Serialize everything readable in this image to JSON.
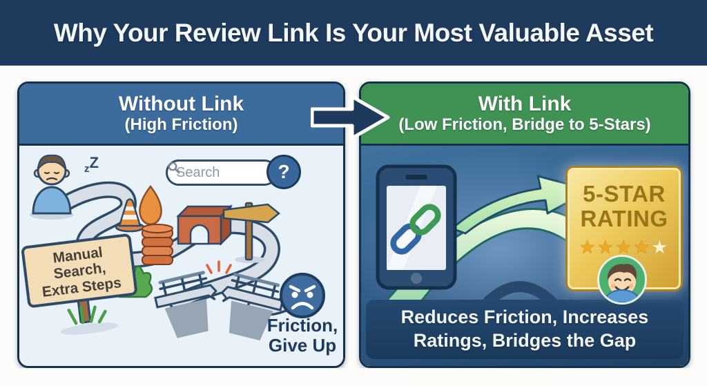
{
  "banner": {
    "title": "Why Your Review Link Is Your Most Valuable Asset"
  },
  "left_panel": {
    "title": "Without Link",
    "subtitle": "(High Friction)",
    "sleep_z_small": "z",
    "sleep_z_big": "Z",
    "search_placeholder": "Search",
    "question_mark": "?",
    "sign_line1": "Manual",
    "sign_line2": "Search,",
    "sign_line3": "Extra Steps",
    "caption_line1": "Friction,",
    "caption_line2": "Give Up"
  },
  "right_panel": {
    "title": "With Link",
    "subtitle": "(Low Friction, Bridge to 5-Stars)",
    "badge_line1": "5-STAR",
    "badge_line2": "RATING",
    "stars_filled": "★★★★",
    "star_empty": "★",
    "caption_line1": "Reduces Friction, Increases",
    "caption_line2": "Ratings, Bridges the Gap"
  },
  "colors": {
    "banner_bg": "#1e3a5c",
    "left_header_bg": "#3c6b9c",
    "left_body_bg": "#e9f1f9",
    "right_header_bg": "#3f9254",
    "right_body_bg": "#33608f",
    "caption_box_bg": "#1d3c5f",
    "badge_gold": "#eecb5e",
    "arrow_navy": "#1d3a5c",
    "road_gray": "#d9dfe6",
    "accent_green": "#8fd4a8"
  }
}
